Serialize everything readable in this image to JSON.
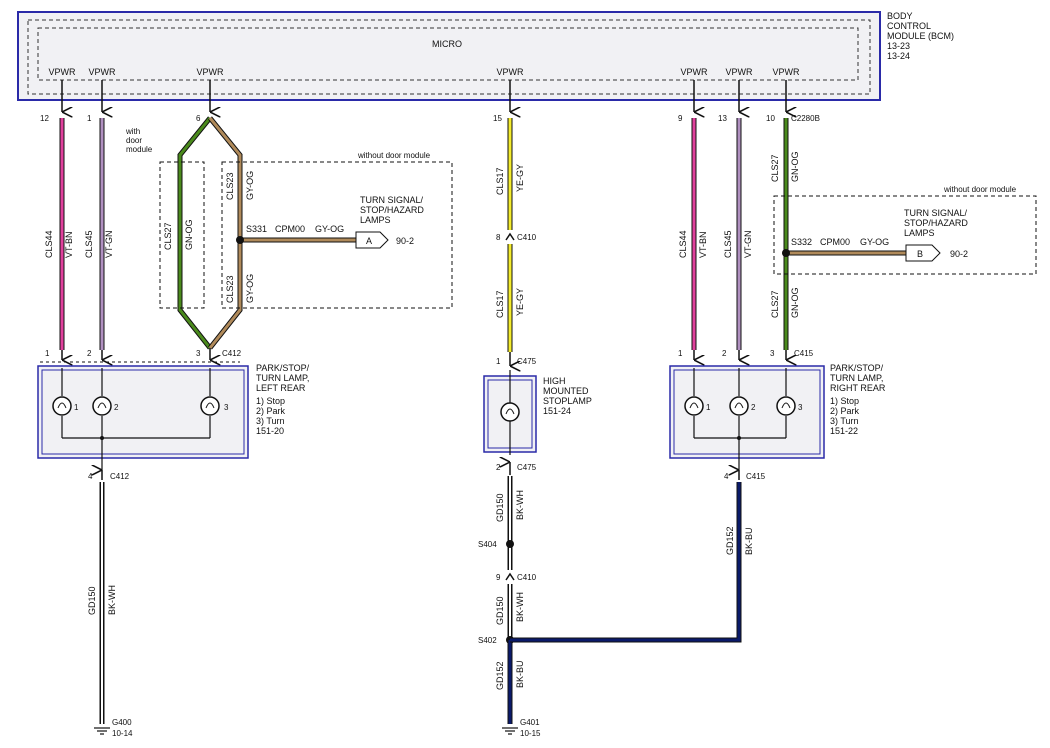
{
  "bcm": {
    "lines": [
      "BODY",
      "CONTROL",
      "MODULE (BCM)",
      "13-23",
      "13-24"
    ]
  },
  "micro": "MICRO",
  "vpwr": "VPWR",
  "pins": {
    "p12": "12",
    "p1": "1",
    "p6": "6",
    "p15": "15",
    "p9": "9",
    "p13": "13",
    "p10": "10",
    "c2280b": "C2280B",
    "l1": "1",
    "l2": "2",
    "l3": "3",
    "c412": "C412",
    "c412b": "C412",
    "l4": "4",
    "h1": "1",
    "c475": "C475",
    "h2": "2",
    "c475b": "C475",
    "c410": "C410",
    "c410_8": "8",
    "c410b": "C410",
    "c410_9": "9",
    "r1": "1",
    "r2": "2",
    "r3": "3",
    "c415": "C415",
    "r4": "4",
    "c415b": "C415"
  },
  "circuits": {
    "cls44": "CLS44",
    "vtbn": "VT-BN",
    "cls45": "CLS45",
    "vtgn": "VT-GN",
    "cls27": "CLS27",
    "gnog": "GN-OG",
    "cls23": "CLS23",
    "gyog": "GY-OG",
    "cls17": "CLS17",
    "yegy": "YE-GY",
    "gd150": "GD150",
    "bkwh": "BK-WH",
    "gd152": "GD152",
    "bkbu": "BK-BU",
    "cpm00": "CPM00"
  },
  "labels": {
    "with_door": [
      "with",
      "door",
      "module"
    ],
    "without_door": "without door module",
    "without_door_r": "without door module",
    "s331": "S331",
    "s332": "S332",
    "turn_signal_left": [
      "TURN SIGNAL/",
      "STOP/HAZARD",
      "LAMPS"
    ],
    "turn_signal_right": [
      "TURN SIGNAL/",
      "STOP/HAZARD",
      "LAMPS"
    ],
    "conn_a": "A",
    "ref_a": "90-2",
    "conn_b": "B",
    "ref_b": "90-2",
    "left_lamp": [
      "PARK/STOP/",
      "TURN LAMP,",
      "LEFT REAR",
      "1) Stop",
      "2) Park",
      "3) Turn",
      "151-20"
    ],
    "right_lamp": [
      "PARK/STOP/",
      "TURN LAMP,",
      "RIGHT REAR",
      "1) Stop",
      "2) Park",
      "3) Turn",
      "151-22"
    ],
    "hmsl": [
      "HIGH",
      "MOUNTED",
      "STOPLAMP",
      "151-24"
    ],
    "bulb1": "1",
    "bulb2": "2",
    "bulb3": "3",
    "rbulb1": "1",
    "rbulb2": "2",
    "rbulb3": "3",
    "s404": "S404",
    "s402": "S402",
    "g400": "G400",
    "g400_ref": "10-14",
    "g401": "G401",
    "g401_ref": "10-15"
  },
  "colors": {
    "vt_bn": "#e0409c",
    "vt_gn": "#b090c0",
    "gn_og": "#4a8a1c",
    "gy_og": "#b08a5a",
    "ye_gy": "#f4ec2c",
    "bk_wh": "#111111",
    "bk_bu": "#0a1a6a",
    "module_border": "#2a2aa8"
  }
}
